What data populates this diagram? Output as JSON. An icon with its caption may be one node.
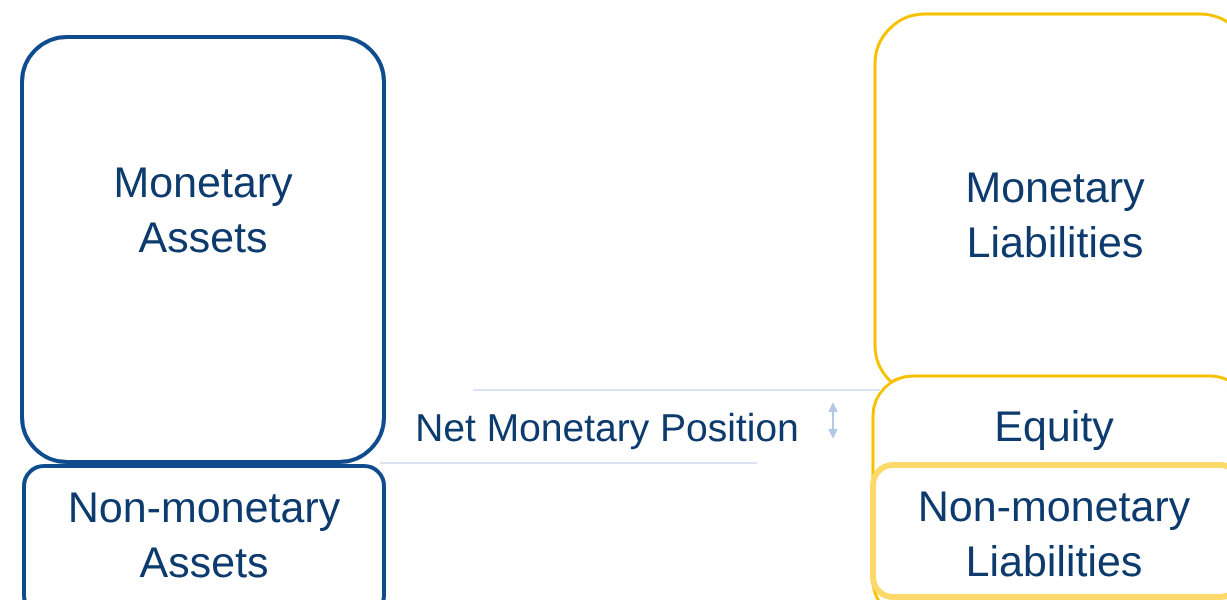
{
  "diagram": {
    "nodes": [
      {
        "text": [
          "Monetary Assets"
        ]
      },
      {
        "text": [
          "Non-monetary Assets"
        ]
      },
      {
        "text": [
          "Monetary Liabilities"
        ]
      },
      {
        "text": [
          "Equity"
        ]
      },
      {
        "text": [
          "Non-monetary Liabilities"
        ],
        "in": 3
      }
    ],
    "labels": [
      "Net Monetary Position"
    ]
  }
}
